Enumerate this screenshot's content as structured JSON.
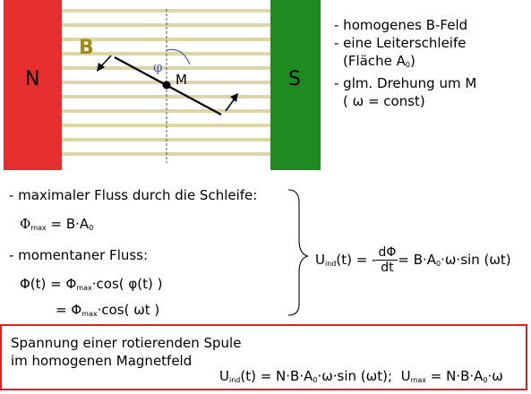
{
  "colors": {
    "north": "#e62e2e",
    "south": "#1f8a1f",
    "field_lines": "#dcd5a8",
    "b_label": "#a08a14",
    "phi_arc": "#4a60b8",
    "summary_border": "#e02020"
  },
  "diagram": {
    "north_label": "N",
    "south_label": "S",
    "b_label": "B",
    "phi_label": "φ",
    "m_label": "M"
  },
  "notes": {
    "line1": "- homogenes B-Feld",
    "line2": "- eine Leiterschleife",
    "line3": "(Fläche A",
    "line3_sub": "0",
    "line3_end": ")",
    "line4": "- glm. Drehung um M",
    "line5": "( ω = const)"
  },
  "flux": {
    "max_heading": "- maximaler Fluss durch die Schleife:",
    "max_lhs": "Φ",
    "max_sub": "max",
    "max_rhs": " = B·A",
    "max_rhs_sub": "0",
    "mom_heading": "- momentaner Fluss:",
    "mom1_lhs": "Φ(t) = Φ",
    "mom1_sub": "max",
    "mom1_rhs": "·cos( φ(t) )",
    "mom2_lhs": "= Φ",
    "mom2_sub": "max",
    "mom2_rhs": "·cos( ωt )"
  },
  "induction": {
    "lhs": "U",
    "lhs_sub": "ind",
    "lhs_end": "(t) = -",
    "frac_num": "dΦ",
    "frac_den": "dt",
    "rhs": "= B·A",
    "rhs_sub": "0",
    "rhs_end": "·ω·sin (ωt)"
  },
  "summary": {
    "line1": "Spannung einer rotierenden Spule",
    "line2": "im homogenen Magnetfeld",
    "eq1": "U",
    "eq1_sub": "ind",
    "eq1_rest": "(t) = N·B·A",
    "eq1_sub2": "0",
    "eq1_end": "·ω·sin (ωt);",
    "eq2": "U",
    "eq2_sub": "max",
    "eq2_rest": " = N·B·A",
    "eq2_sub2": "0",
    "eq2_end": "·ω"
  }
}
